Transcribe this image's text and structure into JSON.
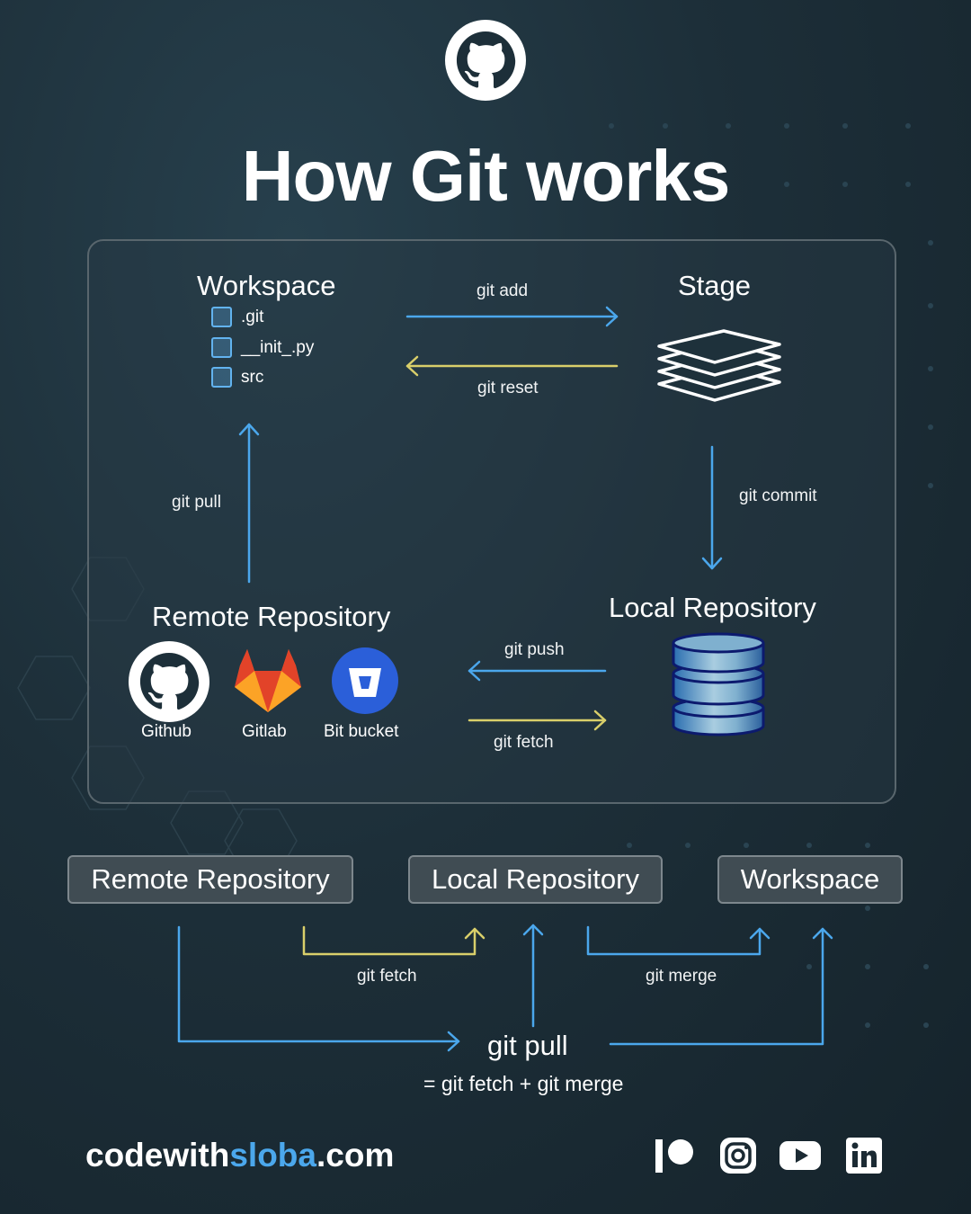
{
  "title": "How Git works",
  "workspace": {
    "title": "Workspace",
    "files": [
      ".git",
      "__init_.py",
      "src"
    ]
  },
  "stage": {
    "title": "Stage"
  },
  "local_repo": {
    "title": "Local Repository"
  },
  "remote_repo": {
    "title": "Remote Repository",
    "hosts": [
      "Github",
      "Gitlab",
      "Bit bucket"
    ]
  },
  "commands": {
    "add": "git add",
    "reset": "git reset",
    "commit": "git commit",
    "pull": "git pull",
    "push": "git push",
    "fetch": "git fetch",
    "merge": "git merge",
    "pull_formula": "= git fetch + git merge"
  },
  "bottom": {
    "remote": "Remote Repository",
    "local": "Local Repository",
    "workspace": "Workspace"
  },
  "footer": {
    "brand_prefix": "codewith",
    "brand_highlight": "sloba",
    "brand_suffix": ".com"
  },
  "icons": [
    "github-icon",
    "gitlab-icon",
    "bitbucket-icon",
    "stack-layers-icon",
    "database-icon",
    "patreon-icon",
    "instagram-icon",
    "youtube-icon",
    "linkedin-icon"
  ],
  "colors": {
    "blue_arrow": "#4ba7ec",
    "yellow_arrow": "#d9cf6a",
    "accent": "#4ba7ec",
    "background": "#1d2f39"
  }
}
